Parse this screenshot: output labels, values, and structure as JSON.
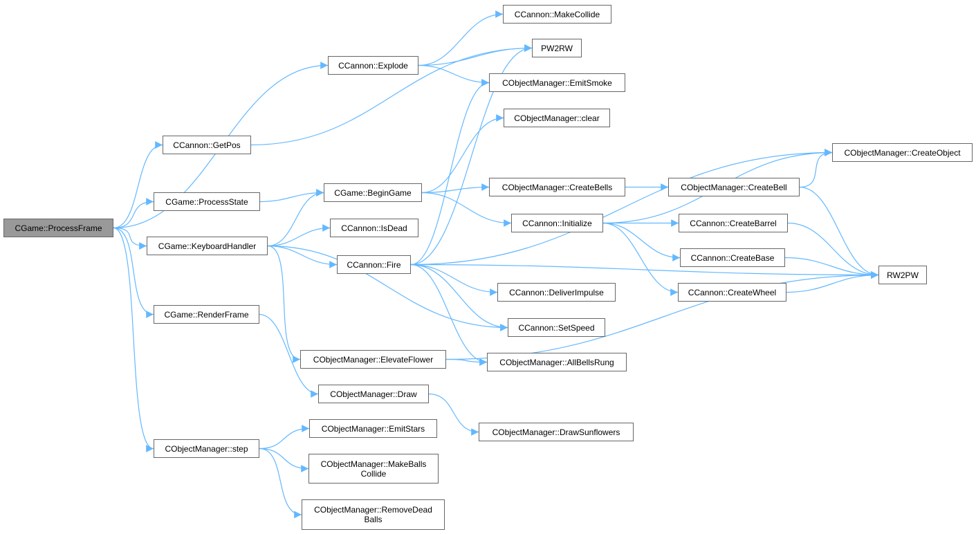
{
  "graph": {
    "edge_color": "#63b8ff",
    "root_fill": "#999999",
    "nodes": {
      "pf": "CGame::ProcessFrame",
      "explode": "CCannon::Explode",
      "getpos": "CCannon::GetPos",
      "pstate": "CGame::ProcessState",
      "kh": "CGame::KeyboardHandler",
      "render": "CGame::RenderFrame",
      "step": "CObjectManager::step",
      "begin": "CGame::BeginGame",
      "isdead": "CCannon::IsDead",
      "fire": "CCannon::Fire",
      "elevate": "CObjectManager::ElevateFlower",
      "draw": "CObjectManager::Draw",
      "stars": "CObjectManager::EmitStars",
      "mbc": "CObjectManager::MakeBalls\nCollide",
      "rdb": "CObjectManager::RemoveDead\nBalls",
      "makecollide": "CCannon::MakeCollide",
      "pw2rw": "PW2RW",
      "smoke": "CObjectManager::EmitSmoke",
      "clear": "CObjectManager::clear",
      "bells": "CObjectManager::CreateBells",
      "init": "CCannon::Initialize",
      "impulse": "CCannon::DeliverImpulse",
      "speed": "CCannon::SetSpeed",
      "rung": "CObjectManager::AllBellsRung",
      "sunflowers": "CObjectManager::DrawSunflowers",
      "cobj": "CObjectManager::CreateObject",
      "bell": "CObjectManager::CreateBell",
      "barrel": "CCannon::CreateBarrel",
      "base": "CCannon::CreateBase",
      "wheel": "CCannon::CreateWheel",
      "rw2pw": "RW2PW"
    },
    "edges": [
      [
        "pf",
        "explode"
      ],
      [
        "pf",
        "getpos"
      ],
      [
        "pf",
        "pstate"
      ],
      [
        "pf",
        "kh"
      ],
      [
        "pf",
        "render"
      ],
      [
        "pf",
        "step"
      ],
      [
        "explode",
        "makecollide"
      ],
      [
        "explode",
        "pw2rw"
      ],
      [
        "explode",
        "smoke"
      ],
      [
        "getpos",
        "pw2rw"
      ],
      [
        "pstate",
        "begin"
      ],
      [
        "kh",
        "begin"
      ],
      [
        "kh",
        "isdead"
      ],
      [
        "kh",
        "fire"
      ],
      [
        "kh",
        "speed"
      ],
      [
        "kh",
        "elevate"
      ],
      [
        "begin",
        "clear"
      ],
      [
        "begin",
        "bells"
      ],
      [
        "begin",
        "init"
      ],
      [
        "fire",
        "pw2rw"
      ],
      [
        "fire",
        "smoke"
      ],
      [
        "fire",
        "cobj"
      ],
      [
        "fire",
        "impulse"
      ],
      [
        "fire",
        "speed"
      ],
      [
        "fire",
        "rung"
      ],
      [
        "fire",
        "rw2pw"
      ],
      [
        "render",
        "draw"
      ],
      [
        "draw",
        "sunflowers"
      ],
      [
        "elevate",
        "rung"
      ],
      [
        "elevate",
        "rw2pw"
      ],
      [
        "step",
        "stars"
      ],
      [
        "step",
        "mbc"
      ],
      [
        "step",
        "rdb"
      ],
      [
        "bells",
        "bell"
      ],
      [
        "bell",
        "cobj"
      ],
      [
        "bell",
        "rw2pw"
      ],
      [
        "init",
        "cobj"
      ],
      [
        "init",
        "barrel"
      ],
      [
        "init",
        "base"
      ],
      [
        "init",
        "wheel"
      ],
      [
        "barrel",
        "rw2pw"
      ],
      [
        "base",
        "rw2pw"
      ],
      [
        "wheel",
        "rw2pw"
      ]
    ]
  }
}
